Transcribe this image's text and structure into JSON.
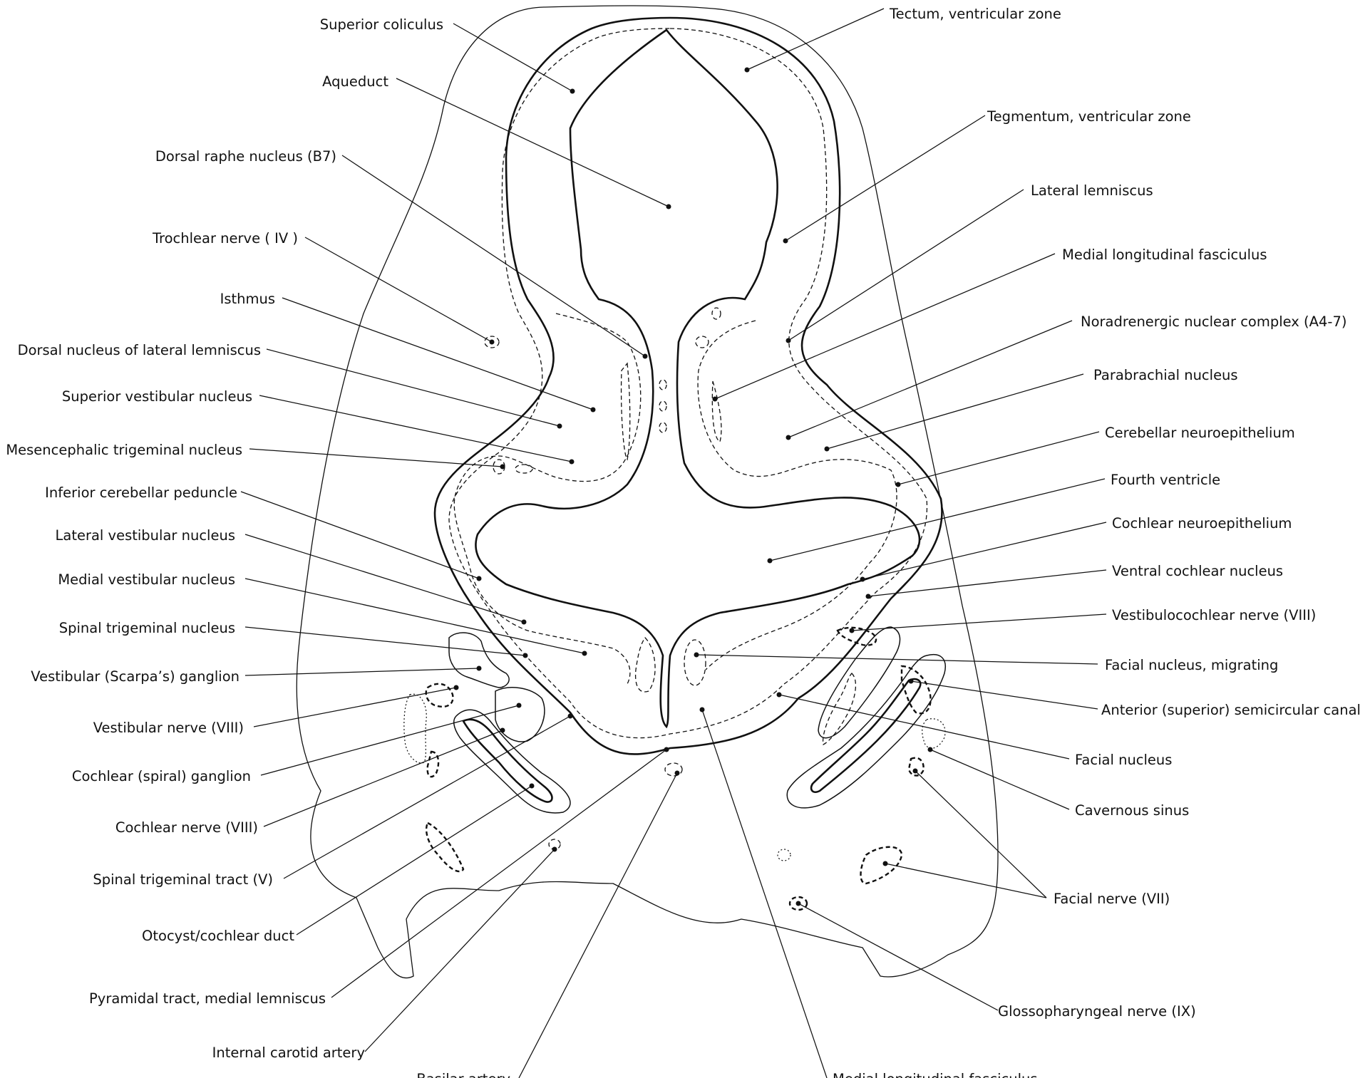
{
  "labels": {
    "superior_coliculus": "Superior coliculus",
    "aqueduct": "Aqueduct",
    "dorsal_raphe": "Dorsal raphe nucleus (B7)",
    "trochlear": "Trochlear nerve ( IV )",
    "isthmus": "Isthmus",
    "dorsal_nucleus_ll": "Dorsal nucleus of lateral lemniscus",
    "superior_vestibular": "Superior vestibular nucleus",
    "mesencephalic_trigeminal": "Mesencephalic trigeminal nucleus",
    "inferior_cerebellar_peduncle": "Inferior cerebellar peduncle",
    "lateral_vestibular": "Lateral vestibular nucleus",
    "medial_vestibular": "Medial vestibular nucleus",
    "spinal_trigeminal_nucleus": "Spinal trigeminal nucleus",
    "vestibular_ganglion": "Vestibular (Scarpa’s) ganglion",
    "vestibular_nerve": "Vestibular nerve (VIII)",
    "cochlear_ganglion": "Cochlear (spiral) ganglion",
    "cochlear_nerve": "Cochlear nerve (VIII)",
    "spinal_trigeminal_tract": "Spinal trigeminal tract (V)",
    "otocyst": "Otocyst/cochlear duct",
    "pyramidal_tract": "Pyramidal tract, medial lemniscus",
    "internal_carotid": "Internal carotid artery",
    "basilar_artery": "Basilar artery",
    "mlf_bottom": "Medial longitudinal fasciculus",
    "tectum_vz": "Tectum, ventricular zone",
    "tegmentum_vz": "Tegmentum, ventricular zone",
    "lateral_lemniscus": "Lateral lemniscus",
    "mlf_top": "Medial longitudinal fasciculus",
    "noradrenergic": "Noradrenergic nuclear complex (A4-7)",
    "parabrachial": "Parabrachial nucleus",
    "cerebellar_neuroepithelium": "Cerebellar neuroepithelium",
    "fourth_ventricle": "Fourth ventricle",
    "cochlear_neuroepithelium": "Cochlear neuroepithelium",
    "ventral_cochlear": "Ventral cochlear nucleus",
    "vestibulocochlear_nerve": "Vestibulocochlear nerve (VIII)",
    "facial_nucleus_migrating": "Facial nucleus, migrating",
    "anterior_canal": "Anterior (superior) semicircular canal",
    "facial_nucleus": "Facial nucleus",
    "cavernous_sinus": "Cavernous sinus",
    "facial_nerve": "Facial nerve (VII)",
    "glossopharyngeal": "Glossopharyngeal nerve (IX)"
  }
}
